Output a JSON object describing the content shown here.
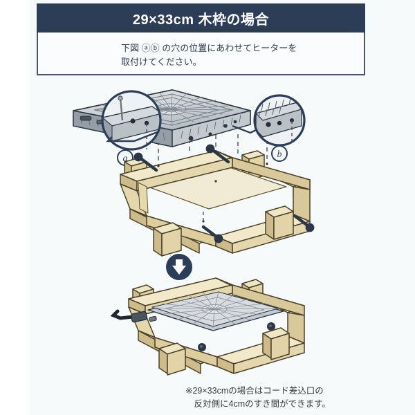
{
  "header": {
    "title": "29×33cm 木枠の場合",
    "background_color": "#2c3d57",
    "text_color": "#ffffff"
  },
  "instruction": {
    "text": "下図 ⓐⓑ の穴の位置にあわせてヒーターを\n取付けてください。",
    "marker_a": "a",
    "marker_b": "b"
  },
  "footnote": {
    "text": "※29×33cmの場合はコード差込口の\n　反対側に4cmのすき間ができます。"
  },
  "diagram": {
    "top_step_label": "exploded-assembly",
    "bottom_step_label": "assembled-result",
    "arrow_icon": "down-arrow-icon",
    "callout_a_label": "a",
    "callout_b_label": "b",
    "heater_label": "heater-unit",
    "frame_label": "wooden-frame",
    "screw_count": 4,
    "cord_label": "power-cord"
  },
  "colors": {
    "navy": "#2c3d57",
    "outline": "#243447",
    "wood_light": "#efe5c0",
    "wood_mid": "#e2d4a8",
    "wood_dark": "#cbb97f",
    "wood_edge": "#8d7b47",
    "metal_light": "#d9dde1",
    "metal_mid": "#b9c0c6",
    "metal_dark": "#8f979e",
    "panel_bg": "#f6fafb",
    "screw": "#2b3647"
  }
}
